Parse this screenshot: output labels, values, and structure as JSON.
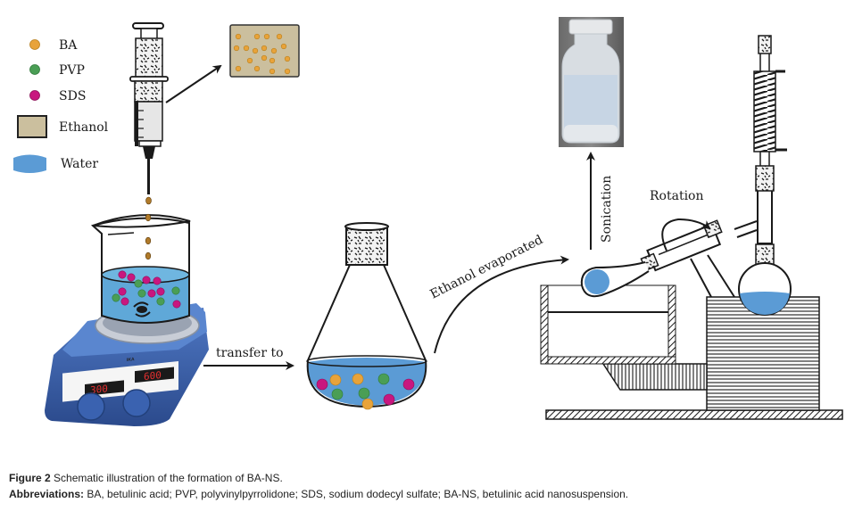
{
  "legend": {
    "items": [
      {
        "label": "BA",
        "shape": "circle",
        "color": "#e8a33a"
      },
      {
        "label": "PVP",
        "shape": "circle",
        "color": "#4a9e55"
      },
      {
        "label": "SDS",
        "shape": "circle",
        "color": "#c8177f"
      },
      {
        "label": "Ethanol",
        "shape": "rectangle",
        "color": "#cbbf9e"
      },
      {
        "label": "Water",
        "shape": "cylinder",
        "color": "#5b9bd5"
      }
    ]
  },
  "steps": {
    "transfer_label": "transfer to",
    "evaporation_label": "Ethanol evaporated",
    "sonication_label": "Sonication",
    "rotation_label": "Rotation"
  },
  "stirrer_display": {
    "left_readout": "300",
    "right_readout": "600",
    "brand": "IKA"
  },
  "caption": {
    "figure_label": "Figure 2",
    "figure_text": " Schematic illustration of the formation of BA-NS.",
    "abbr_label": "Abbreviations:",
    "abbr_text": " BA, betulinic acid; PVP, polyvinylpyrrolidone; SDS, sodium dodecyl sulfate; BA-NS, betulinic acid nanosuspension."
  },
  "colors": {
    "ba": "#e8a33a",
    "pvp": "#4a9e55",
    "sds": "#c8177f",
    "ethanol": "#cbbf9e",
    "water": "#5b9bd5",
    "stirrer_blue": "#3a5fa8",
    "ink": "#1a1a1a"
  }
}
